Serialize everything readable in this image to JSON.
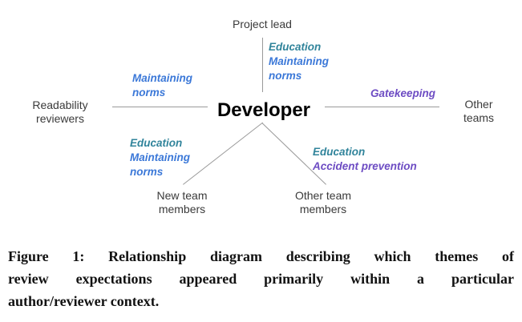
{
  "colors": {
    "teal": "#31849b",
    "blue": "#3b78d8",
    "purple": "#6d4cc3"
  },
  "diagram": {
    "center_node": {
      "label": "Developer"
    },
    "nodes": {
      "project_lead": {
        "lines": [
          "Project lead"
        ]
      },
      "readability_reviewers": {
        "lines": [
          "Readability",
          "reviewers"
        ]
      },
      "other_teams": {
        "lines": [
          "Other",
          "teams"
        ]
      },
      "new_team_members": {
        "lines": [
          "New team",
          "members"
        ]
      },
      "other_team_members": {
        "lines": [
          "Other team",
          "members"
        ]
      }
    },
    "edge_labels": {
      "developer_project_lead": {
        "lines": [
          {
            "text": "Education",
            "color": "#31849b"
          },
          {
            "text": "Maintaining",
            "color": "#3b78d8"
          },
          {
            "text": "norms",
            "color": "#3b78d8"
          }
        ]
      },
      "developer_readability_reviewers": {
        "lines": [
          {
            "text": "Maintaining",
            "color": "#3b78d8"
          },
          {
            "text": "norms",
            "color": "#3b78d8"
          }
        ]
      },
      "developer_other_teams": {
        "lines": [
          {
            "text": "Gatekeeping",
            "color": "#6d4cc3"
          }
        ]
      },
      "developer_new_team_members": {
        "lines": [
          {
            "text": "Education",
            "color": "#31849b"
          },
          {
            "text": "Maintaining",
            "color": "#3b78d8"
          },
          {
            "text": "norms",
            "color": "#3b78d8"
          }
        ]
      },
      "developer_other_team_members": {
        "lines": [
          {
            "text": "Education",
            "color": "#31849b"
          },
          {
            "text": "Accident prevention",
            "color": "#6d4cc3"
          }
        ]
      }
    }
  },
  "caption": {
    "lines": [
      "Figure 1: Relationship diagram describing which themes of",
      "review expectations appeared primarily within a particular",
      "author/reviewer context."
    ]
  }
}
